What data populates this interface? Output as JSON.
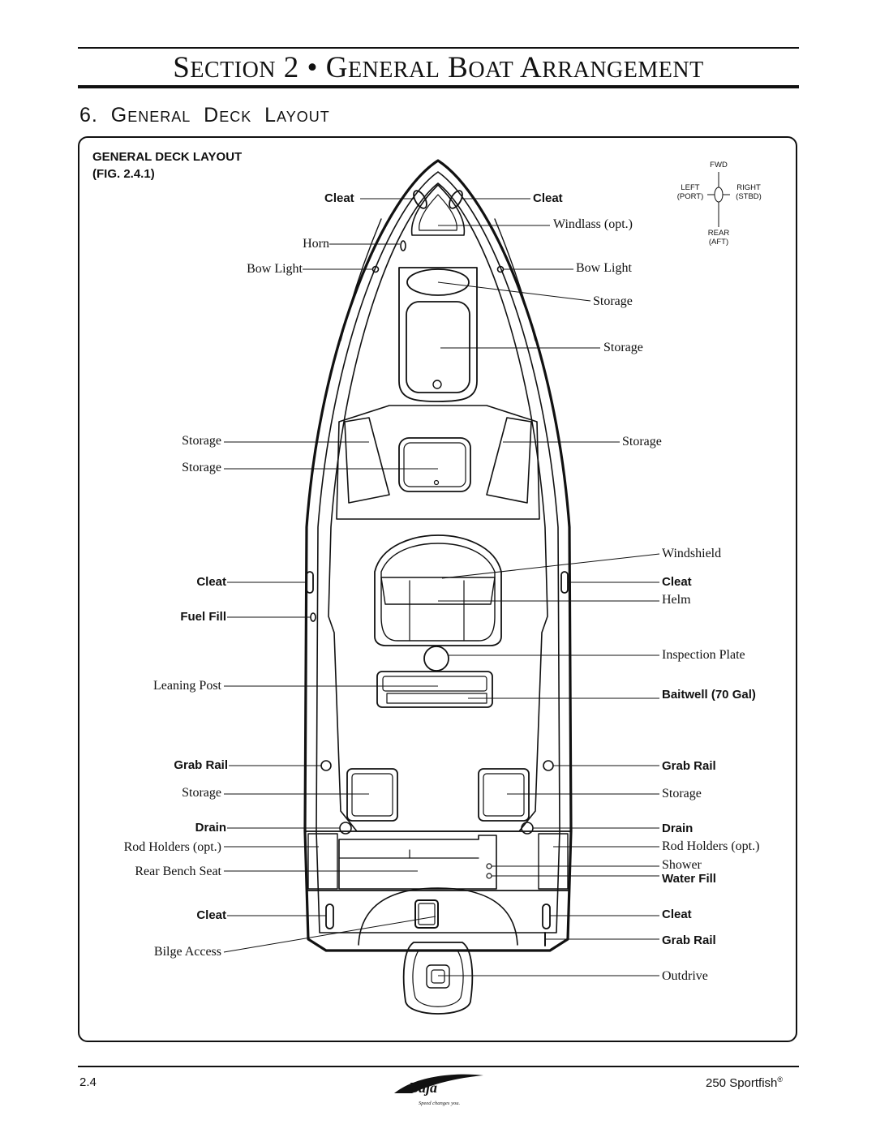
{
  "header": {
    "section_s": "S",
    "section_rest": "ECTION",
    "section_num": "2 •",
    "g": "G",
    "eneral": "ENERAL",
    "b": "B",
    "oat": "OAT",
    "a": "A",
    "rrangement": "RRANGEMENT"
  },
  "subheading": {
    "num": "6.",
    "g": "G",
    "eneral": "ENERAL",
    "d": "D",
    "eck": "ECK",
    "l": "L",
    "ayout": "AYOUT"
  },
  "figure": {
    "caption_line1": "GENERAL DECK LAYOUT",
    "caption_line2": "(FIG. 2.4.1)"
  },
  "compass": {
    "fwd": "FWD",
    "left": "LEFT",
    "port": "(PORT)",
    "right": "RIGHT",
    "stbd": "(STBD)",
    "rear": "REAR",
    "aft": "(AFT)"
  },
  "labels_left": {
    "cleat_bow": "Cleat",
    "horn": "Horn",
    "bow_light": "Bow Light",
    "storage_1": "Storage",
    "storage_2": "Storage",
    "cleat_mid": "Cleat",
    "fuel_fill": "Fuel Fill",
    "leaning_post": "Leaning Post",
    "grab_rail": "Grab Rail",
    "storage_3": "Storage",
    "drain": "Drain",
    "rod_holders": "Rod Holders (opt.)",
    "rear_bench": "Rear Bench Seat",
    "cleat_stern": "Cleat",
    "bilge_access": "Bilge Access"
  },
  "labels_right": {
    "cleat_bow": "Cleat",
    "windlass": "Windlass (opt.)",
    "bow_light": "Bow Light",
    "storage_1": "Storage",
    "storage_2": "Storage",
    "storage_3": "Storage",
    "windshield": "Windshield",
    "cleat_mid": "Cleat",
    "helm": "Helm",
    "inspection_plate": "Inspection Plate",
    "baitwell": "Baitwell (70 Gal)",
    "grab_rail": "Grab Rail",
    "storage_4": "Storage",
    "drain": "Drain",
    "rod_holders": "Rod Holders (opt.)",
    "shower": "Shower",
    "water_fill": "Water Fill",
    "cleat_stern": "Cleat",
    "grab_rail_stern": "Grab Rail",
    "outdrive": "Outdrive"
  },
  "footer": {
    "page_number": "2.4",
    "model": "250 Sportfish",
    "trademark": "®",
    "logo_text": "Baja",
    "logo_tagline": "Speed changes you."
  }
}
